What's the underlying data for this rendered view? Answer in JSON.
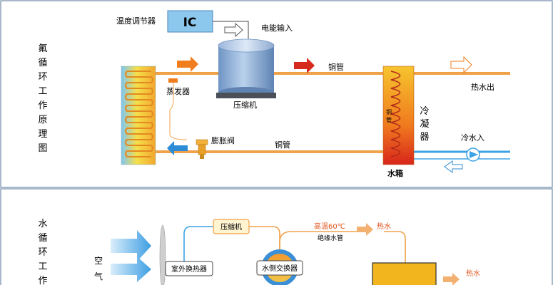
{
  "top_panel": {
    "side_title": [
      "氟",
      "循",
      "环",
      "工",
      "作",
      "原",
      "理",
      "图"
    ],
    "temp_regulator_label": "温度调节器",
    "ic_box_label": "IC",
    "power_input_label": "电能输入",
    "copper_pipe_top_label": "铜管",
    "copper_pipe_bottom_label": "铜管",
    "evaporator_label": "蒸发器",
    "compressor_label": "压缩机",
    "expansion_valve_label": "膨胀阀",
    "condenser_label": [
      "冷",
      "凝",
      "器"
    ],
    "tank_copper_label": [
      "铜",
      "管"
    ],
    "water_tank_label": "水箱",
    "hot_water_out_label": "热水出",
    "cold_water_in_label": "冷水入"
  },
  "bottom_panel": {
    "side_title": [
      "水",
      "循",
      "环",
      "工",
      "作"
    ],
    "air_label": [
      "空",
      "气"
    ],
    "compressor_box_label": "压缩机",
    "high_temp_label": "高温60℃",
    "insulated_pipe_label": "绝缘水管",
    "hot_water_label_1": "热水",
    "hot_water_label_2": "热水",
    "outdoor_exchanger_label": "室外换热器",
    "water_side_exchanger_label": "水侧交换器"
  },
  "colors": {
    "pipe_orange": "#F0A24A",
    "pipe_blue": "#3BA3E6",
    "panel_border": "#6E8AA8",
    "ic_box_fill": "#8CC8EE",
    "arrow_red": "#D62A1E",
    "arrow_orange": "#F07E1F",
    "arrow_blue": "#2C8BD6"
  }
}
